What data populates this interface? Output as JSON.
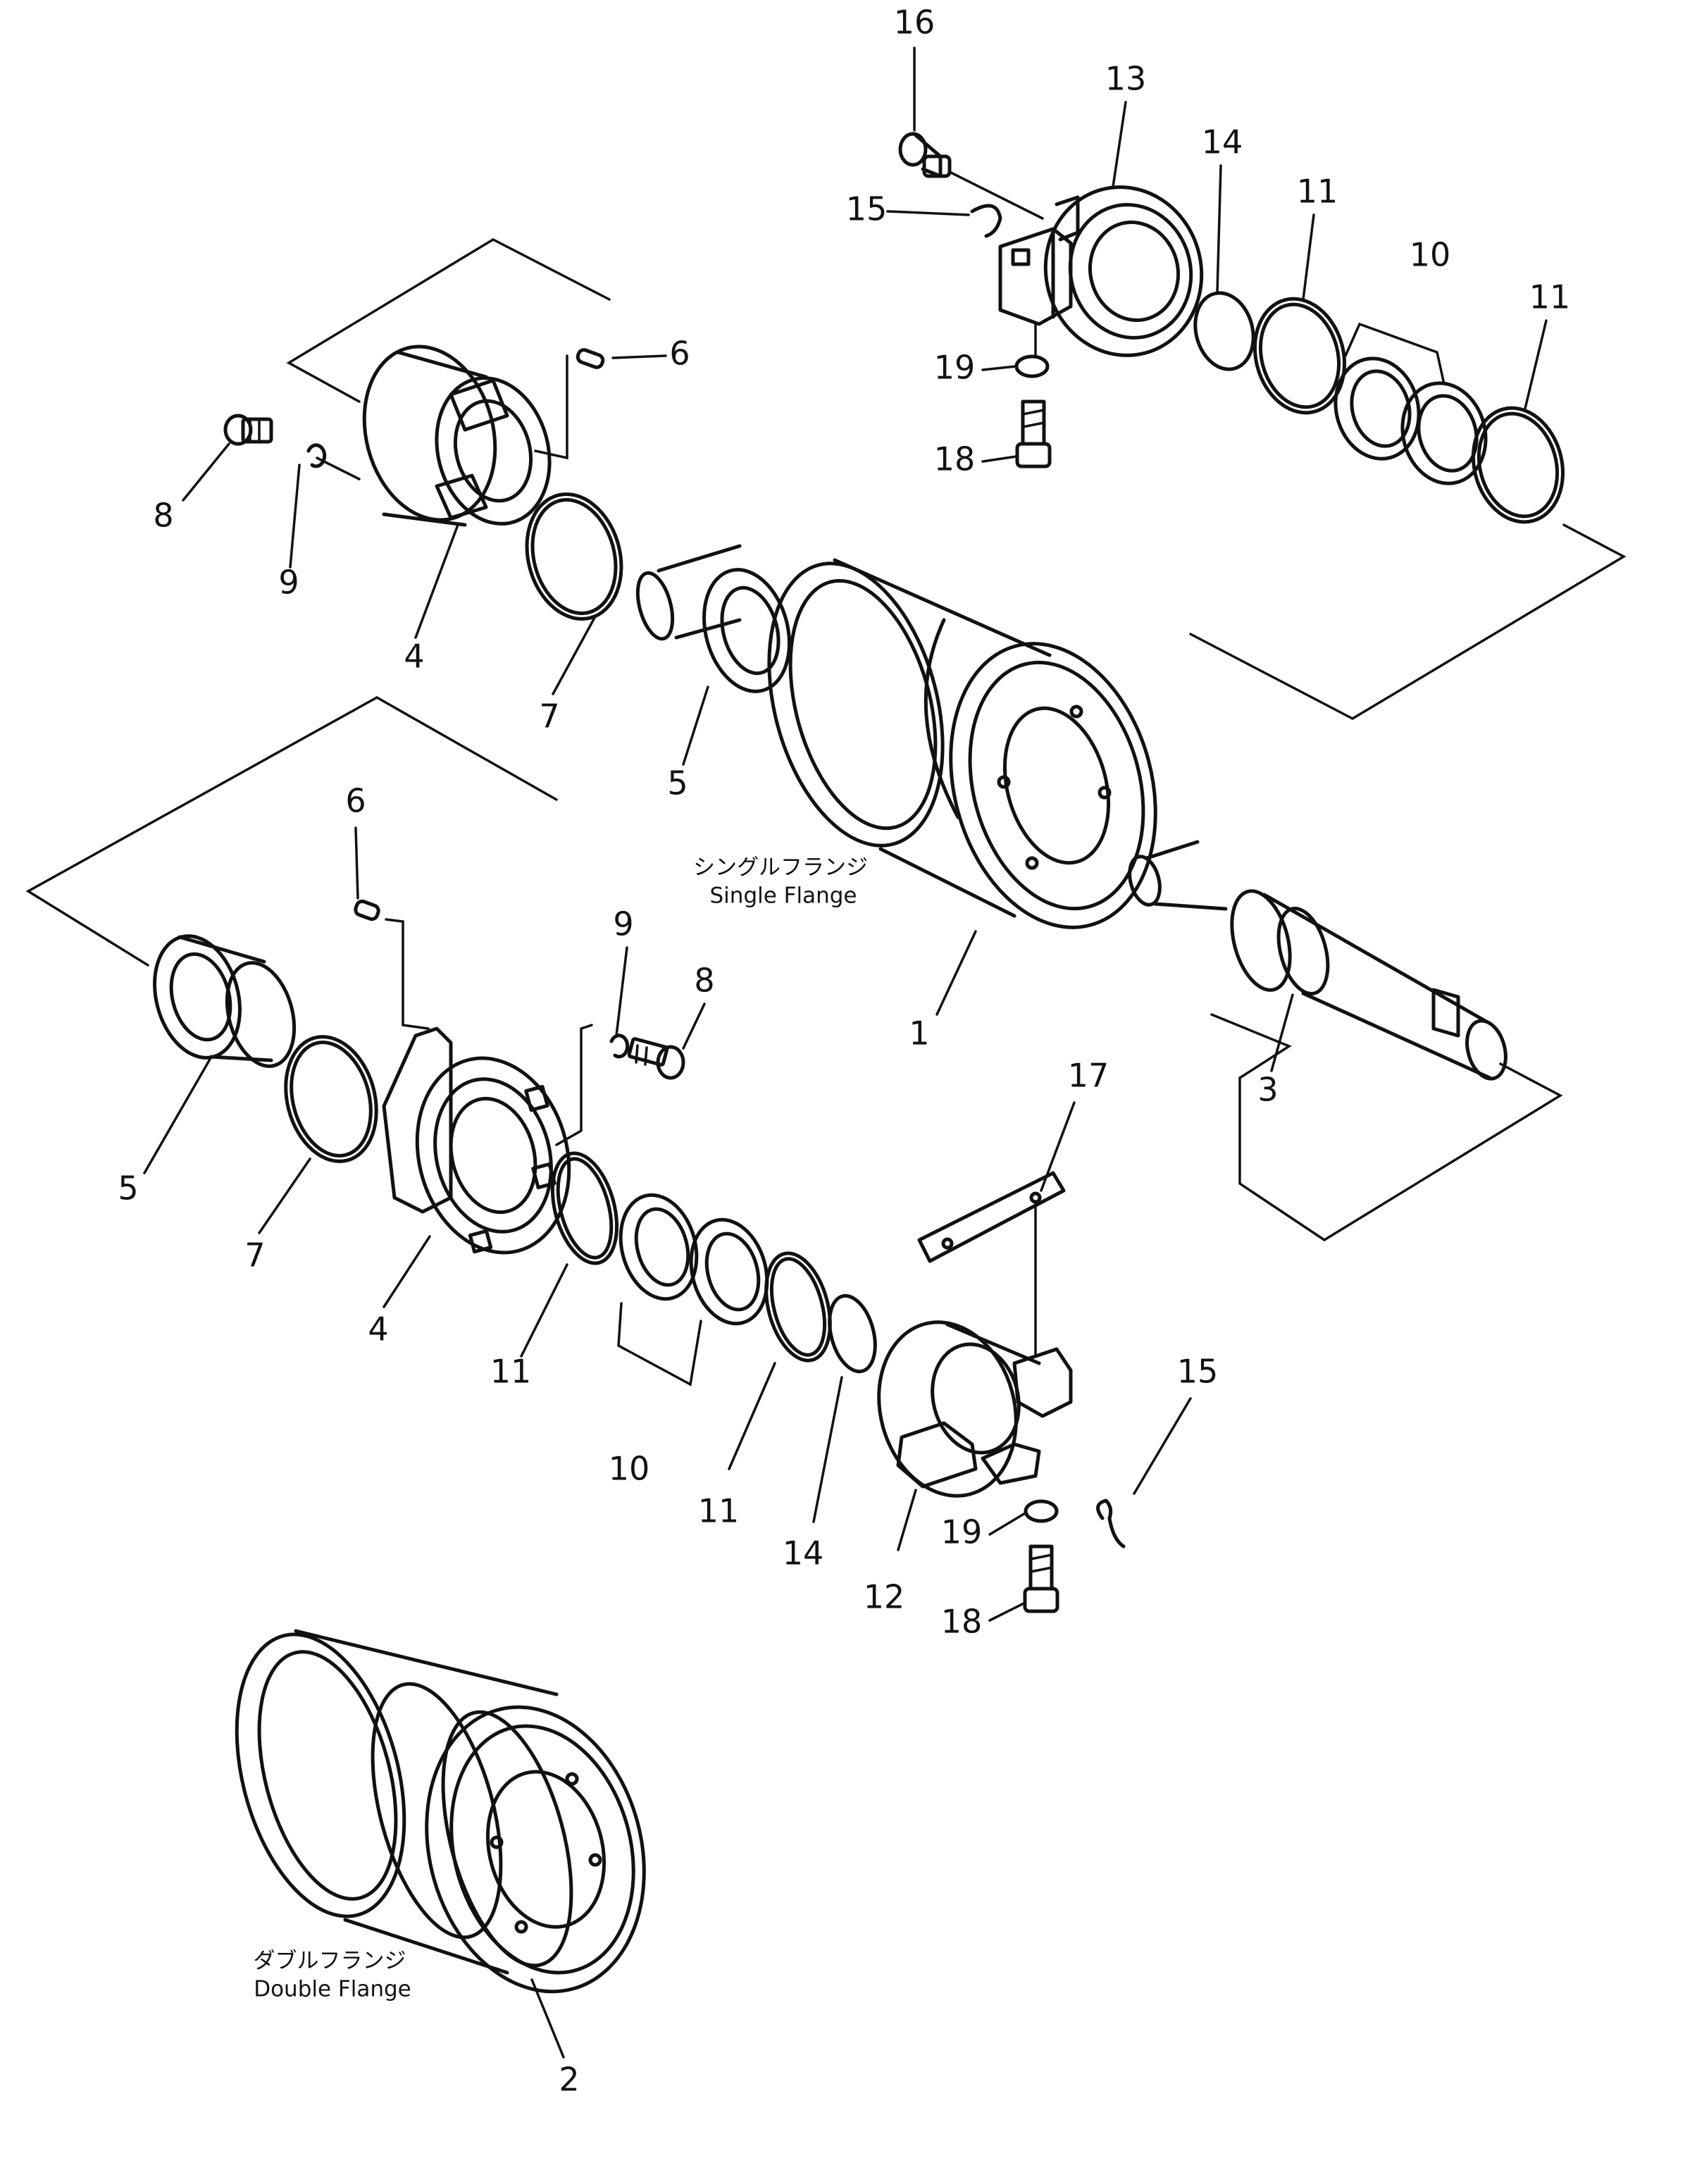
{
  "captions": {
    "single_flange_jp": "シングルフランジ",
    "single_flange_en": "Single Flange",
    "double_flange_jp": "ダブルフランジ",
    "double_flange_en": "Double Flange"
  },
  "callouts": [
    "16",
    "13",
    "14",
    "11",
    "10",
    "11",
    "15",
    "19",
    "18",
    "6",
    "8",
    "9",
    "4",
    "7",
    "5",
    "6",
    "5",
    "7",
    "9",
    "8",
    "1",
    "3",
    "4",
    "11",
    "10",
    "11",
    "14",
    "12",
    "17",
    "15",
    "19",
    "18",
    "2"
  ],
  "colors": {
    "line": "#111111",
    "background": "#ffffff"
  }
}
